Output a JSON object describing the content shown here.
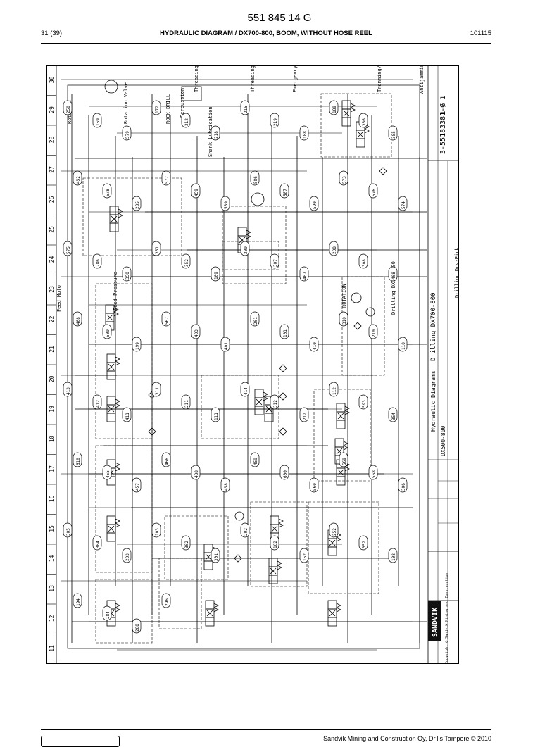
{
  "header": {
    "doc_number": "551 845 14 G",
    "page_ref": "31 (39)",
    "title": "HYDRAULIC DIAGRAM / DX700-800, BOOM, WITHOUT HOSE REEL",
    "date_code": "101115"
  },
  "footer": {
    "copyright": "Sandvik Mining and Construction Oy, Drills Tampere © 2010"
  },
  "diagram": {
    "grid_numbers": [
      "11",
      "12",
      "13",
      "14",
      "15",
      "16",
      "17",
      "18",
      "19",
      "20",
      "21",
      "22",
      "23",
      "24",
      "25",
      "26",
      "27",
      "28",
      "29",
      "30"
    ],
    "titles": [
      "Rotation Valve",
      "Rotation",
      "ROCK DRILL",
      "Percussion",
      "Shank Lubrication",
      "Feed Pressure",
      "Feed Motor",
      "Threading Feed",
      "Threading Rotation",
      "Emergency Tools",
      "Tramming/Remote Tramming",
      "Antijamming Off",
      "Flushing control",
      "Drilling Dry-Pick",
      "FEED",
      "ROTATION",
      "Drilling DX700-800",
      "Hydraulic Diagrams",
      "DX500-800"
    ],
    "drawing_number": "3-55183381-G",
    "sheet_label": "1 / 1",
    "brand": "SANDVIK",
    "brand_copyright": "Copyright © Sandvik Mining and Construction",
    "hose_tags": [
      "250",
      "159",
      "579",
      "172",
      "212",
      "218",
      "215",
      "219",
      "188",
      "189",
      "386",
      "385",
      "452",
      "578",
      "285",
      "577",
      "459",
      "589",
      "586",
      "587",
      "590",
      "573",
      "576",
      "574",
      "575",
      "786",
      "350",
      "351",
      "352",
      "109",
      "209",
      "307",
      "407",
      "208",
      "308",
      "408",
      "408",
      "509",
      "199",
      "567",
      "403",
      "401",
      "201",
      "101",
      "410",
      "310",
      "210",
      "110",
      "413",
      "412",
      "411",
      "311",
      "211",
      "111",
      "414",
      "312",
      "212",
      "112",
      "593",
      "354",
      "610",
      "455",
      "457",
      "466",
      "488",
      "458",
      "459",
      "600",
      "560",
      "569",
      "568",
      "306",
      "305",
      "304",
      "203",
      "103",
      "302",
      "301",
      "202",
      "102",
      "152",
      "252",
      "352",
      "108",
      "194",
      "284",
      "288",
      "296"
    ]
  }
}
